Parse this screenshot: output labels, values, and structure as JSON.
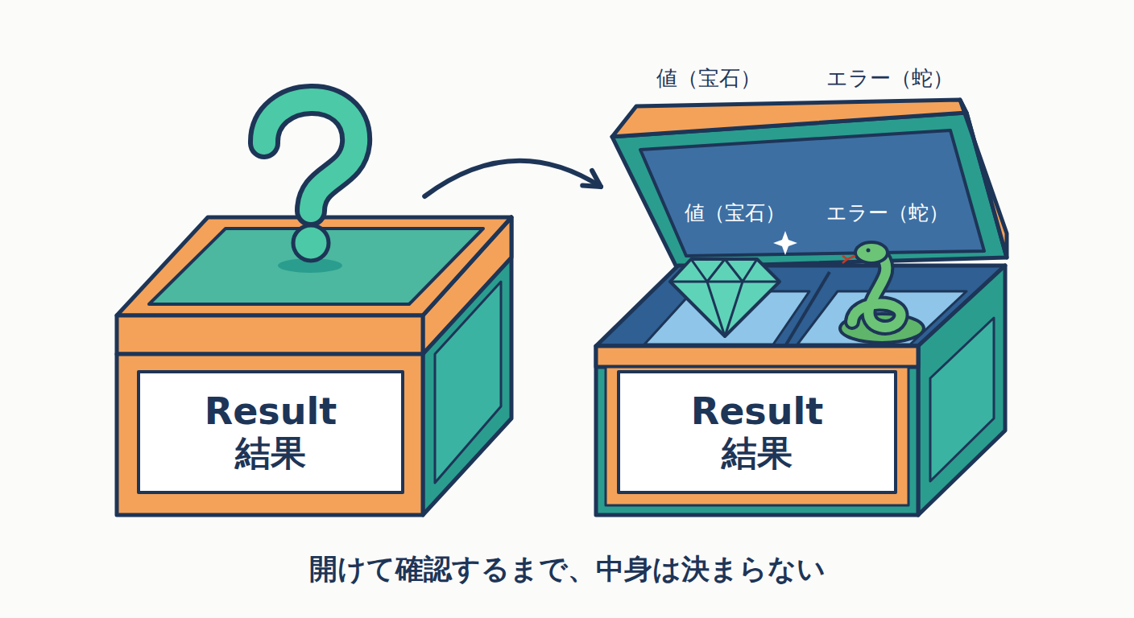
{
  "diagram": {
    "caption": "開けて確認するまで、中身は決まらない",
    "nodes": [
      {
        "text": [
          "Result",
          "結果"
        ]
      },
      {
        "text": [
          "Result",
          "結果"
        ]
      }
    ],
    "edges": [
      {
        "from": 0,
        "to": 1,
        "arrow": "to"
      }
    ],
    "labels": [
      "値（宝石）",
      "エラー（蛇）",
      "値（宝石）",
      "エラー（蛇）"
    ]
  }
}
